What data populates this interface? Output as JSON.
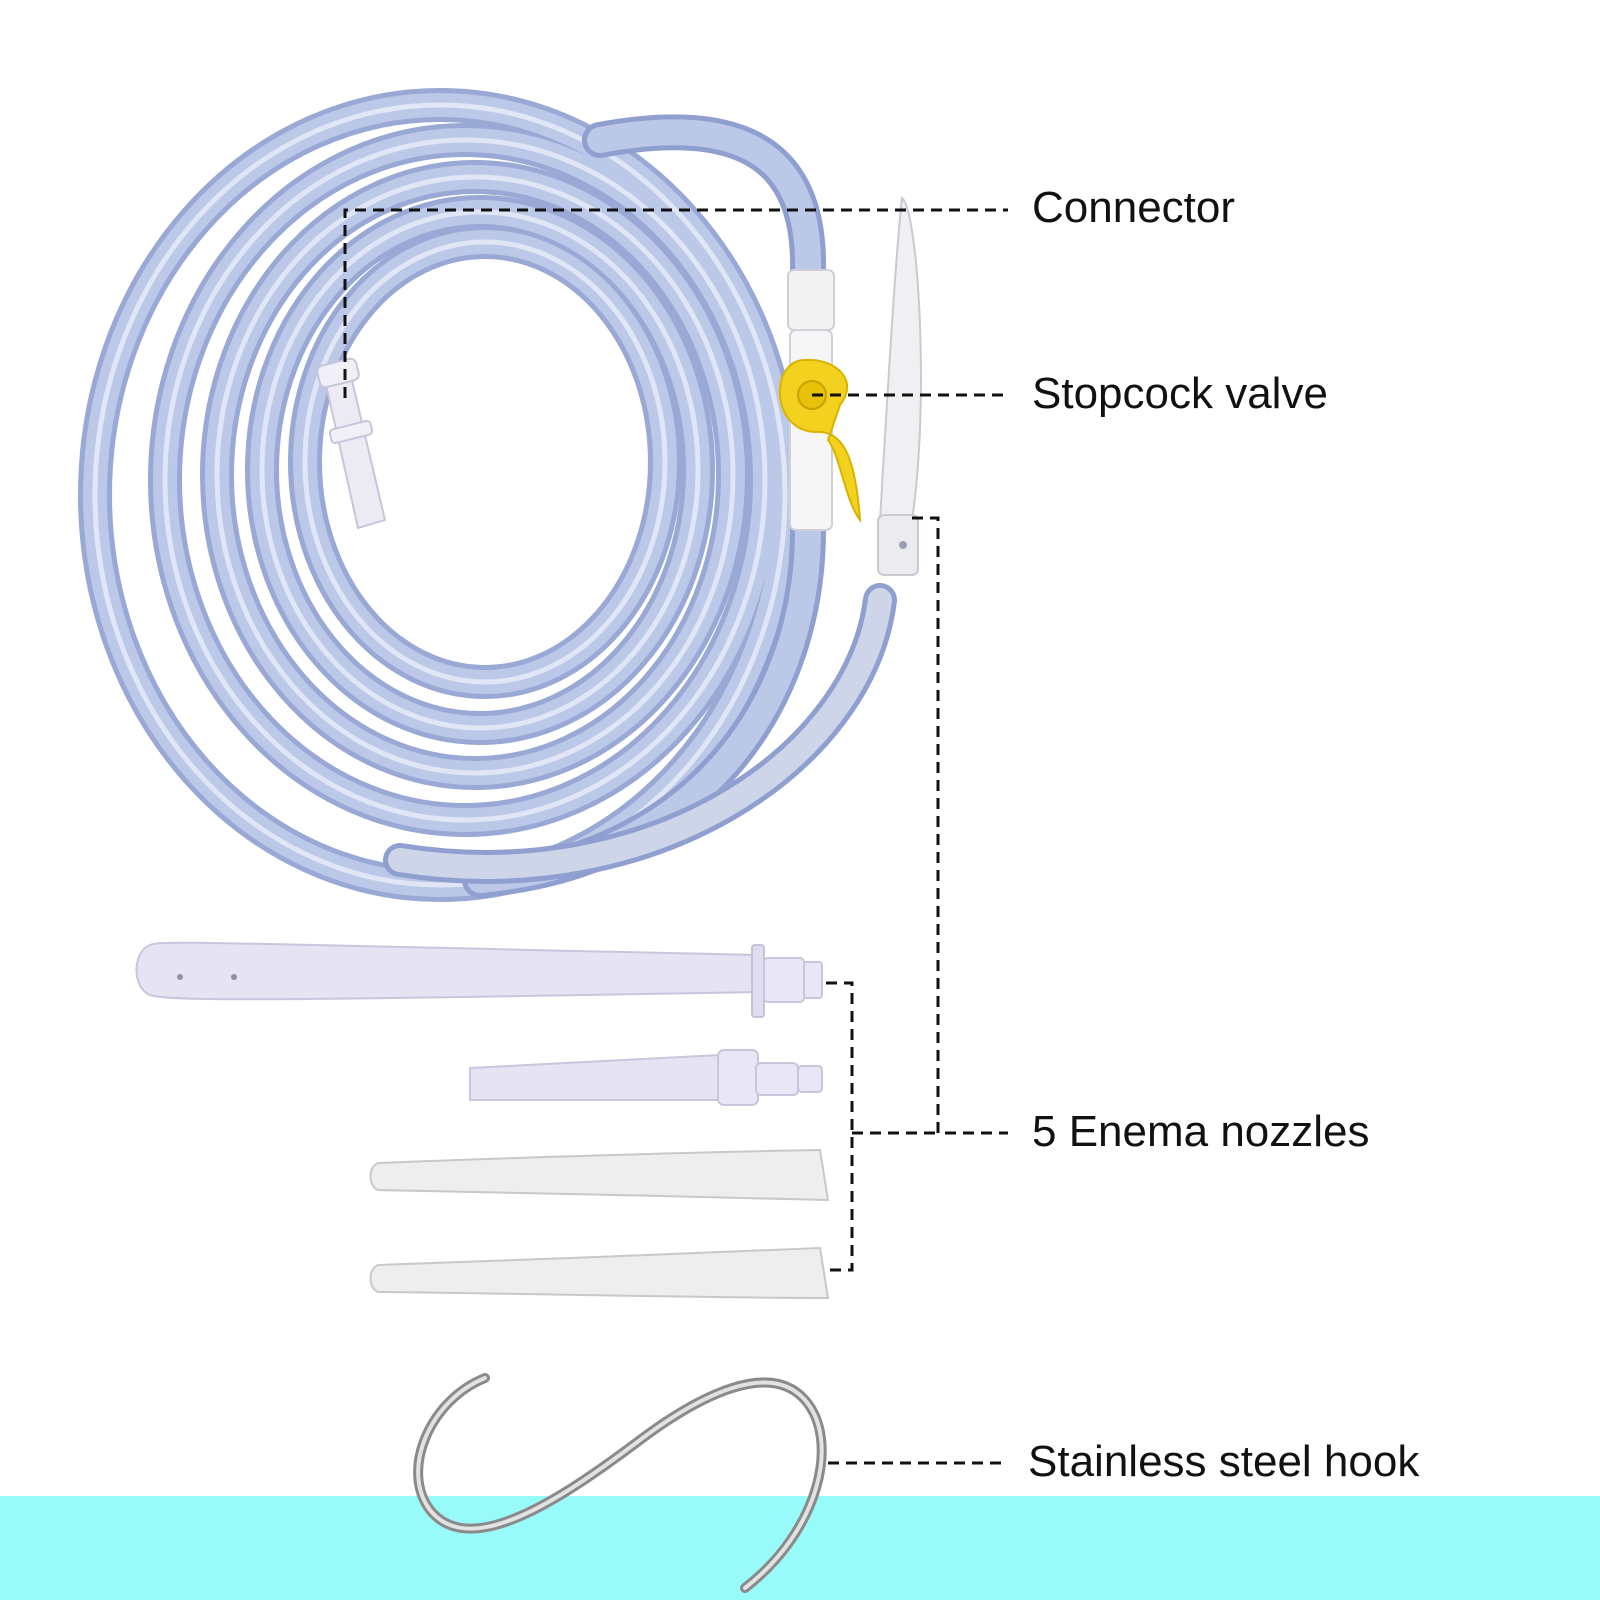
{
  "labels": {
    "connector": "Connector",
    "stopcock": "Stopcock valve",
    "nozzles": "5 Enema nozzles",
    "hook": "Stainless steel hook"
  },
  "colors": {
    "tube": "#b7c4e6",
    "tube_edge": "#8e9fd0",
    "tube_highlight": "#e4eaf7",
    "valve": "#f2d21e",
    "nozzle": "#e6e4f3",
    "clear_nozzle": "#eeeeee",
    "hook": "#b4b4b4",
    "base_band": "#99fafa",
    "leader": "#111111"
  }
}
